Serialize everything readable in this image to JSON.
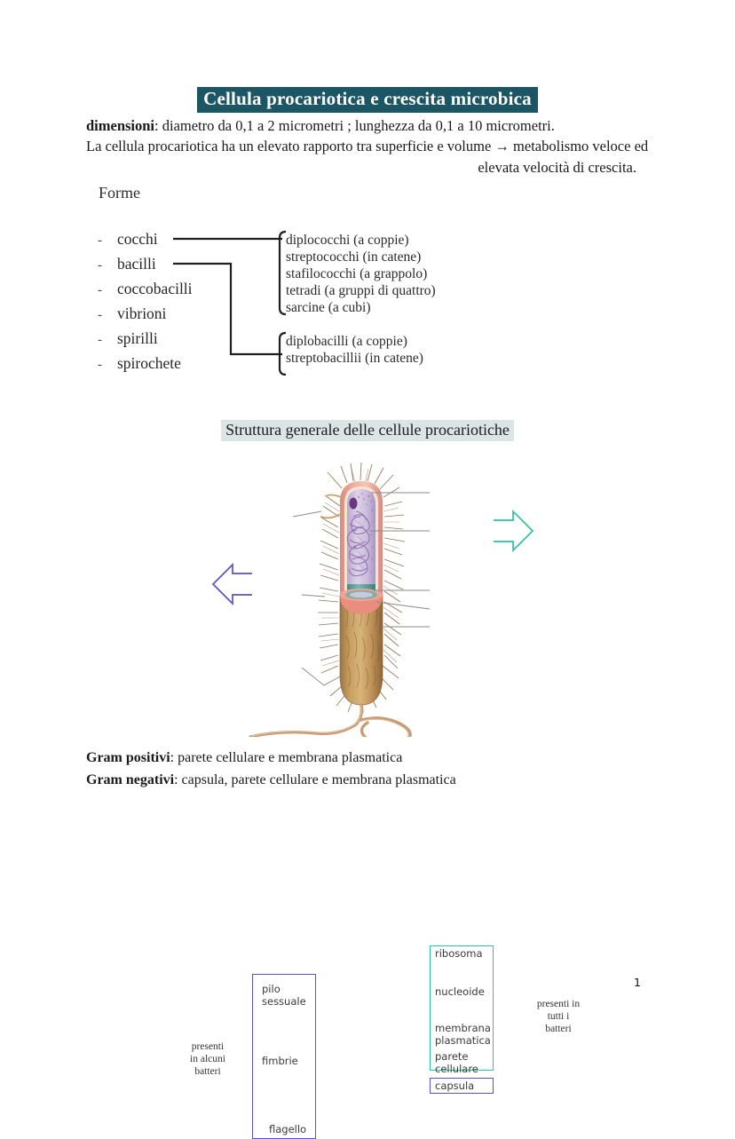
{
  "document": {
    "title": "Cellula procariotica e crescita microbica",
    "page_number": "1",
    "accent_title_bg": "#1c5564",
    "accent_heading_bg": "#dbe5e6",
    "accent_teal": "#2ec39f",
    "accent_purple": "#5b51c8"
  },
  "intro": {
    "line1_bold": "dimensioni",
    "line1_rest": ": diametro da 0,1 a 2 micrometri ; lunghezza da 0,1 a 10 micrometri.",
    "line2": "La cellula procariotica ha un elevato rapporto tra superficie e volume → metabolismo veloce ed",
    "line3": "elevata velocità di crescita."
  },
  "forme": {
    "heading": "Forme",
    "items": [
      {
        "dash": "-",
        "label": "cocchi"
      },
      {
        "dash": "-",
        "label": "bacilli"
      },
      {
        "dash": "-",
        "label": "coccobacilli"
      },
      {
        "dash": "-",
        "label": "vibrioni"
      },
      {
        "dash": "-",
        "label": "spirilli"
      },
      {
        "dash": "-",
        "label": "spirochete"
      }
    ],
    "group_cocchi": [
      "diplococchi (a coppie)",
      "streptococchi (in catene)",
      "stafilococchi (a grappolo)",
      "tetradi (a gruppi di quattro)",
      "sarcine (a cubi)"
    ],
    "group_bacilli": [
      "diplobacilli (a coppie)",
      "streptobacillii (in catene)"
    ]
  },
  "structure": {
    "heading": "Struttura generale delle cellule procariotiche",
    "left_labels": [
      {
        "text_line1": "pilo",
        "text_line2": "sessuale"
      },
      {
        "text_line1": "fimbrie",
        "text_line2": ""
      },
      {
        "text_line1": "flagello",
        "text_line2": ""
      }
    ],
    "right_labels": [
      {
        "text_line1": "ribosoma",
        "text_line2": ""
      },
      {
        "text_line1": "nucleoide",
        "text_line2": ""
      },
      {
        "text_line1": "membrana",
        "text_line2": "plasmatica"
      },
      {
        "text_line1": "parete",
        "text_line2": "cellulare"
      },
      {
        "text_line1": "capsula",
        "text_line2": ""
      }
    ],
    "note_left": {
      "line1": "presenti",
      "line2": "in alcuni",
      "line3": "batteri"
    },
    "note_right": {
      "line1": "presenti in",
      "line2": "tutti i",
      "line3": "batteri"
    }
  },
  "gram": {
    "positive_bold": "Gram positivi",
    "positive_rest": ": parete cellulare e membrana plasmatica",
    "negative_bold": "Gram negativi",
    "negative_rest": ": capsula, parete cellulare  e membrana plasmatica"
  }
}
